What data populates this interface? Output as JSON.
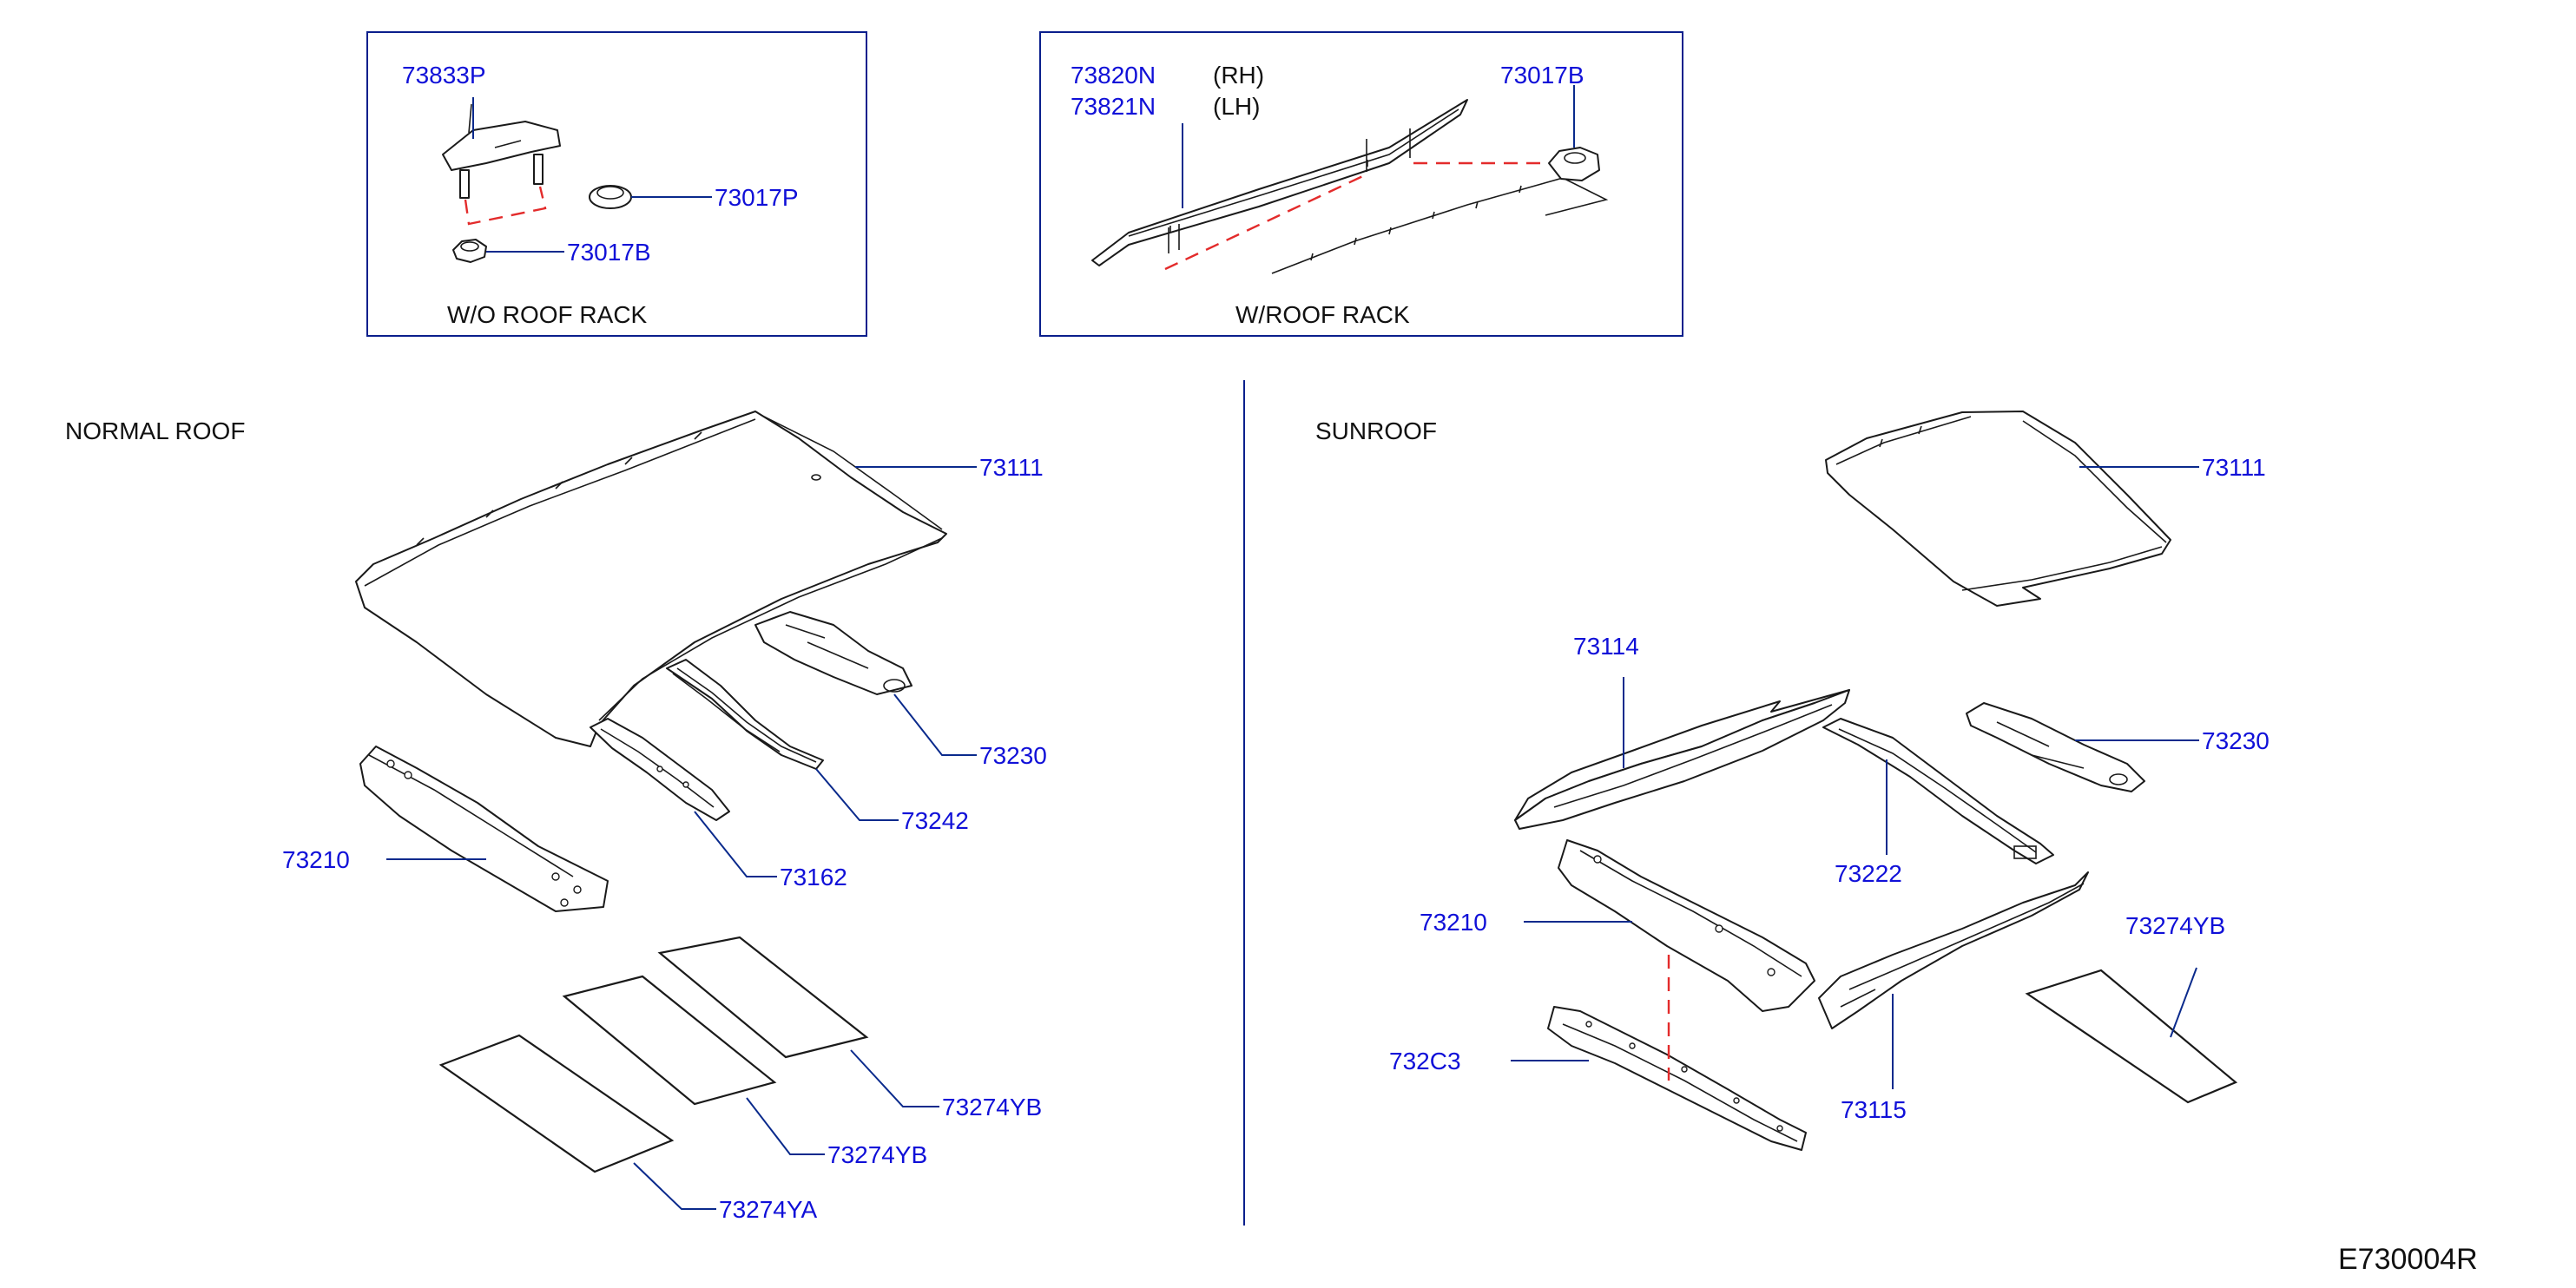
{
  "inset_left": {
    "caption": "W/O   ROOF   RACK",
    "parts": [
      "73833P",
      "73017P",
      "73017B"
    ]
  },
  "inset_right": {
    "caption": "W/ROOF   RACK",
    "parts": [
      "73820N",
      "73821N",
      "73017B"
    ],
    "sides": [
      "(RH)",
      "(LH)"
    ]
  },
  "normal_roof": {
    "title": "NORMAL   ROOF",
    "parts": [
      "73111",
      "73230",
      "73242",
      "73162",
      "73210",
      "73274YB",
      "73274YB",
      "73274YA"
    ]
  },
  "sunroof": {
    "title": "SUNROOF",
    "parts": [
      "73111",
      "73114",
      "73230",
      "73222",
      "73210",
      "73274YB",
      "732C3",
      "73115"
    ]
  },
  "diagram_code": "E730004R"
}
